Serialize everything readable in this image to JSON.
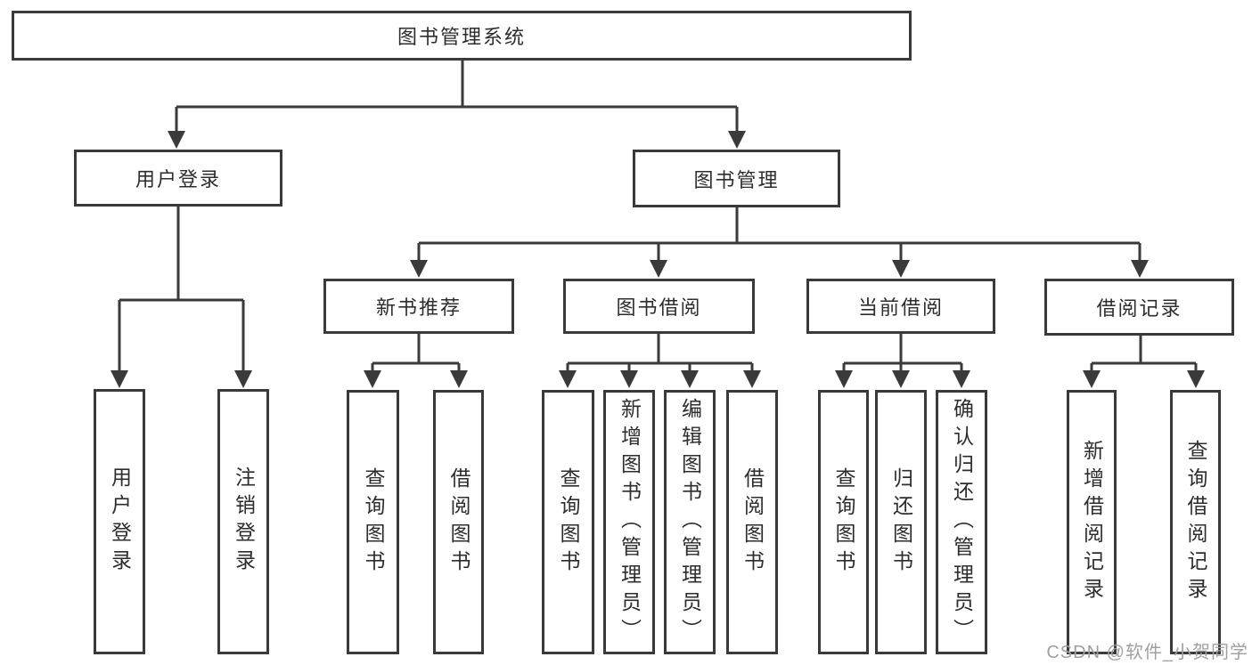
{
  "diagram": {
    "title": "图书管理系统",
    "watermark": "CSDN @软件_小贺同学",
    "colors": {
      "line": "#3a3a3a",
      "text": "#2d2d2d",
      "background": "#ffffff",
      "watermark": "#a0a0a0"
    },
    "nodes": {
      "root": {
        "label": "图书管理系统"
      },
      "user_login": {
        "label": "用户登录"
      },
      "book_mgmt": {
        "label": "图书管理"
      },
      "new_book_rec": {
        "label": "新书推荐"
      },
      "book_borrow": {
        "label": "图书借阅"
      },
      "current_borrow": {
        "label": "当前借阅"
      },
      "borrow_records": {
        "label": "借阅记录"
      },
      "leaf_user_login": {
        "label": "用户登录"
      },
      "leaf_logout": {
        "label": "注销登录"
      },
      "leaf_query_book_1": {
        "label": "查询图书"
      },
      "leaf_borrow_book_1": {
        "label": "借阅图书"
      },
      "leaf_query_book_2": {
        "label": "查询图书"
      },
      "leaf_add_book": {
        "label": "新增图书（管理员）"
      },
      "leaf_edit_book": {
        "label": "编辑图书（管理员）"
      },
      "leaf_borrow_book_2": {
        "label": "借阅图书"
      },
      "leaf_query_book_3": {
        "label": "查询图书"
      },
      "leaf_return_book": {
        "label": "归还图书"
      },
      "leaf_confirm_return": {
        "label": "确认归还（管理员）"
      },
      "leaf_add_record": {
        "label": "新增借阅记录"
      },
      "leaf_query_record": {
        "label": "查询借阅记录"
      }
    }
  }
}
